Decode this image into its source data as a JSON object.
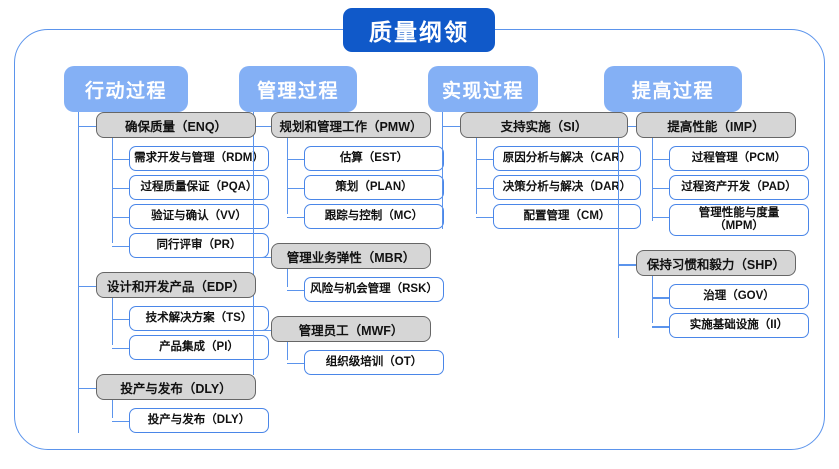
{
  "title": "质量纲领",
  "colors": {
    "title_bg": "#1059c9",
    "category_bg": "#84b0f5",
    "group_bg": "#d6d6d6",
    "group_border": "#666666",
    "leaf_border": "#4a86e8",
    "connector": "#5b94ec",
    "frame": "#5b94ec",
    "page_bg": "#ffffff"
  },
  "columns": [
    {
      "label": "行动过程",
      "groups": [
        {
          "label": "确保质量（ENQ）",
          "leaves": [
            {
              "label": "需求开发与管理（RDM）"
            },
            {
              "label": "过程质量保证（PQA）"
            },
            {
              "label": "验证与确认（VV）"
            },
            {
              "label": "同行评审（PR）"
            }
          ]
        },
        {
          "label": "设计和开发产品（EDP）",
          "leaves": [
            {
              "label": "技术解决方案（TS）"
            },
            {
              "label": "产品集成（PI）"
            }
          ]
        },
        {
          "label": "投产与发布（DLY）",
          "leaves": [
            {
              "label": "投产与发布（DLY）"
            }
          ]
        }
      ]
    },
    {
      "label": "管理过程",
      "groups": [
        {
          "label": "规划和管理工作（PMW）",
          "leaves": [
            {
              "label": "估算（EST）"
            },
            {
              "label": "策划（PLAN）"
            },
            {
              "label": "跟踪与控制（MC）"
            }
          ]
        },
        {
          "label": "管理业务弹性（MBR）",
          "leaves": [
            {
              "label": "风险与机会管理（RSK）"
            }
          ]
        },
        {
          "label": "管理员工（MWF）",
          "leaves": [
            {
              "label": "组织级培训（OT）"
            }
          ]
        }
      ]
    },
    {
      "label": "实现过程",
      "groups": [
        {
          "label": "支持实施（SI）",
          "leaves": [
            {
              "label": "原因分析与解决（CAR）"
            },
            {
              "label": "决策分析与解决（DAR）"
            },
            {
              "label": "配置管理（CM）"
            }
          ]
        }
      ]
    },
    {
      "label": "提高过程",
      "groups": [
        {
          "label": "提高性能（IMP）",
          "leaves": [
            {
              "label": "过程管理（PCM）"
            },
            {
              "label": "过程资产开发（PAD）"
            },
            {
              "label": "管理性能与度量\n（MPM）",
              "two_line": true
            }
          ]
        },
        {
          "label": "保持习惯和毅力（SHP）",
          "leaves": [
            {
              "label": "治理（GOV）"
            },
            {
              "label": "实施基础设施（II）"
            }
          ]
        }
      ]
    }
  ],
  "layout": {
    "column_x": [
      64,
      239,
      428,
      604
    ],
    "head_width": [
      124,
      118,
      110,
      138
    ],
    "group_width": [
      160,
      160,
      168,
      160
    ],
    "leaf_width": [
      140,
      140,
      148,
      140
    ]
  }
}
